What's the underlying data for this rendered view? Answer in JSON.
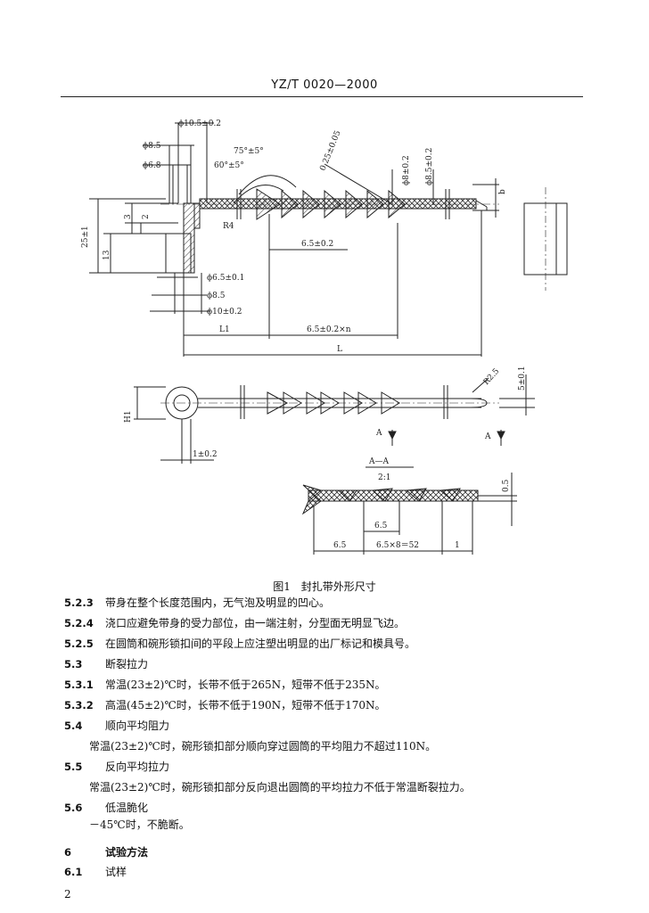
{
  "header": {
    "standard_no": "YZ/T 0020—2000"
  },
  "figure": {
    "caption": "图1 封扎带外形尺寸",
    "dims": {
      "d_10_5": "ϕ10.5±0.2",
      "d_8_5": "ϕ8.5",
      "d_6_8": "ϕ6.8",
      "angle_75": "75°±5°",
      "angle_60": "60°±5°",
      "t_0_25": "0.25±0.05",
      "d_8": "ϕ8±0.2",
      "d_8_5b": "ϕ8.5±0.2",
      "b": "b",
      "r4": "R4",
      "dim_3": "3",
      "dim_2": "2",
      "dim_25": "25±1",
      "dim_13": "13",
      "dim_6_5": "6.5±0.2",
      "d_6_5": "ϕ6.5±0.1",
      "d_8_5c": "ϕ8.5",
      "d_10": "ϕ10±0.2",
      "l1": "L1",
      "pitch_n": "6.5±0.2×n",
      "l": "L",
      "r2_5": "R2.5",
      "dim_5": "5±0.1",
      "h1": "H1",
      "dim_1": "1±0.2",
      "section_a1": "A",
      "section_a2": "A",
      "section_title": "A—A",
      "section_scale": "2:1",
      "dim_0_5": "0.5",
      "sec_6_5": "6.5",
      "sec_6_5b": "6.5",
      "sec_mult": "6.5×8＝52",
      "sec_1": "1"
    }
  },
  "clauses": [
    {
      "num": "5.2.3",
      "text": "带身在整个长度范围内，无气泡及明显的凹心。"
    },
    {
      "num": "5.2.4",
      "text": "浇口应避免带身的受力部位，由一端注射，分型面无明显飞边。"
    },
    {
      "num": "5.2.5",
      "text": "在圆筒和碗形锁扣间的平段上应注塑出明显的出厂标记和模具号。"
    },
    {
      "num": "5.3",
      "text": "断裂拉力"
    },
    {
      "num": "5.3.1",
      "text": "常温(23±2)℃时，长带不低于265N，短带不低于235N。"
    },
    {
      "num": "5.3.2",
      "text": "高温(45±2)℃时，长带不低于190N，短带不低于170N。"
    },
    {
      "num": "5.4",
      "text": "顺向平均阻力"
    },
    {
      "num": "",
      "text": "常温(23±2)℃时，碗形锁扣部分顺向穿过圆筒的平均阻力不超过110N。"
    },
    {
      "num": "5.5",
      "text": "反向平均拉力"
    },
    {
      "num": "",
      "text": "常温(23±2)℃时，碗形锁扣部分反向退出圆筒的平均拉力不低于常温断裂拉力。"
    },
    {
      "num": "5.6",
      "text": "低温脆化"
    },
    {
      "num": "",
      "text": "－45℃时，不脆断。"
    },
    {
      "num": "6",
      "text": "试验方法"
    },
    {
      "num": "6.1",
      "text": "试样"
    }
  ],
  "page_number": "2"
}
